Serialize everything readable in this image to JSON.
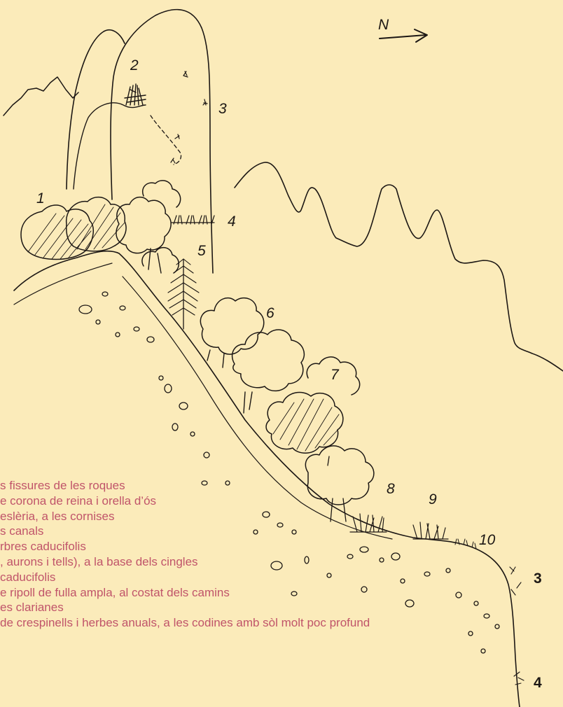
{
  "north_arrow": {
    "label": "N"
  },
  "markers": {
    "m1": "1",
    "m2": "2",
    "m3_top": "3",
    "m4_top": "4",
    "m5": "5",
    "m6": "6",
    "m7": "7",
    "m8": "8",
    "m9": "9",
    "m10": "10",
    "m3_bottom": "3",
    "m4_bottom": "4"
  },
  "legend": [
    "s fissures de les roques",
    "e corona de reina i orella d’ós",
    "eslèria, a les cornises",
    "s canals",
    "rbres caducifolis",
    ", aurons i tells), a la base dels cingles",
    "caducifolis",
    "e ripoll de fulla ampla, al costat dels camins",
    "es clarianes",
    " de crespinells i herbes anuals, a les codines amb sòl molt poc profund"
  ],
  "colors": {
    "background": "#fbebba",
    "ink": "#1c1714",
    "legend_text": "#c0546a"
  }
}
